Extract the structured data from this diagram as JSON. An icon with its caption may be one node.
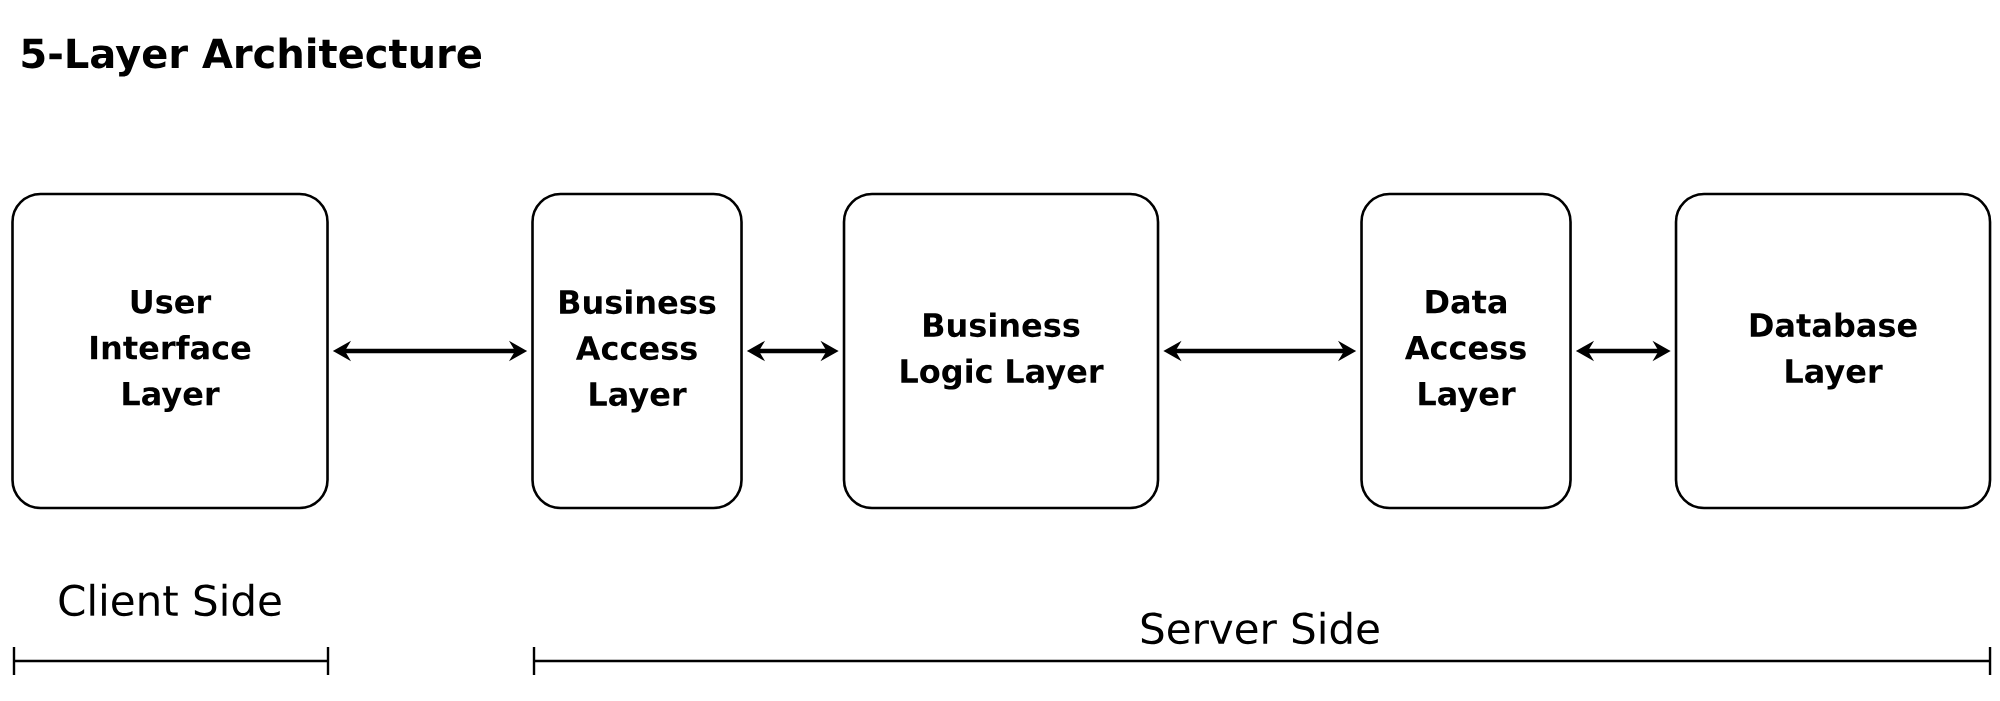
{
  "diagram": {
    "title": "5-Layer Architecture",
    "nodes": [
      {
        "text": [
          "User Interface Layer"
        ]
      },
      {
        "text": [
          "Business Access Layer"
        ]
      },
      {
        "text": [
          "Business Logic Layer"
        ]
      },
      {
        "text": [
          "Data Access Layer"
        ]
      },
      {
        "text": [
          "Database Layer"
        ]
      }
    ],
    "edges": [
      {
        "from": 0,
        "to": 1,
        "arrow": "both"
      },
      {
        "from": 1,
        "to": 2,
        "arrow": "both"
      },
      {
        "from": 2,
        "to": 3,
        "arrow": "both"
      },
      {
        "from": 3,
        "to": 4,
        "arrow": "both"
      }
    ],
    "labels": [
      "Client Side",
      "Server Side"
    ]
  }
}
